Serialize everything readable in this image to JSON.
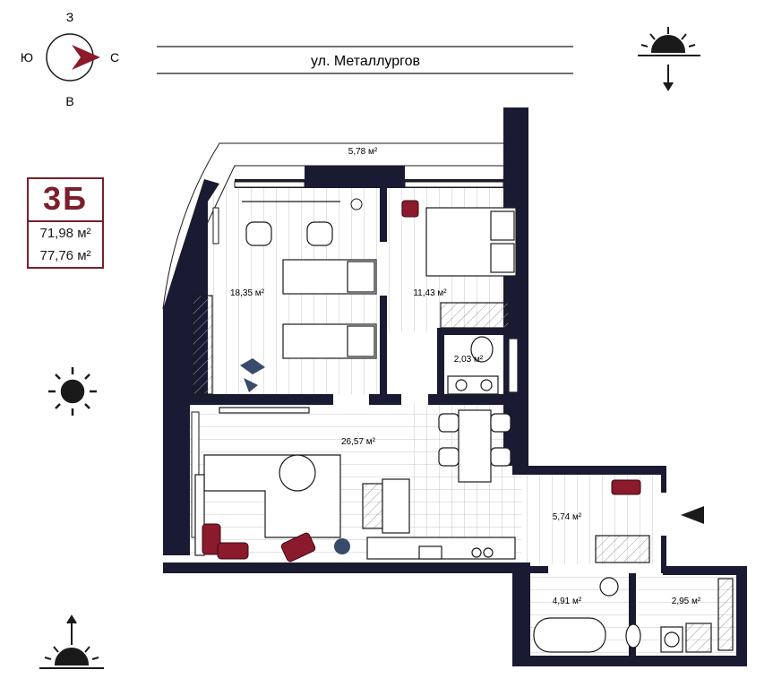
{
  "street": "ул. Металлургов",
  "compass": {
    "north": "З",
    "south": "В",
    "east": "С",
    "west": "Ю"
  },
  "unit": {
    "code": "3Б",
    "living_area": "71,98 м²",
    "total_area": "77,76 м²"
  },
  "rooms": {
    "balcony": "5,78 м²",
    "bedroom_large": "18,35 м²",
    "bedroom_small": "11,43 м²",
    "bathroom_small": "2,03 м²",
    "living_kitchen": "26,57 м²",
    "hallway": "5,74 м²",
    "bathroom_large": "4,91 м²",
    "utility": "2,95 м²"
  },
  "colors": {
    "accent": "#7a1f2b",
    "wall": "#1b1a33",
    "floor_line": "#bdbdbd"
  },
  "icons": [
    "compass-icon",
    "sunrise-icon",
    "sun-icon",
    "sunset-icon",
    "entrance-arrow-icon"
  ]
}
